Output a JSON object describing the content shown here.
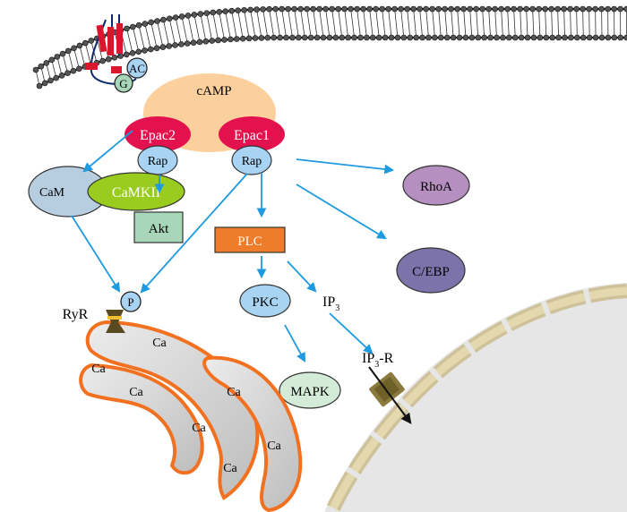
{
  "labels": {
    "ac": "AC",
    "g": "G",
    "camp": "cAMP",
    "epac2": "Epac2",
    "epac1": "Epac1",
    "rap": "Rap",
    "cam": "CaM",
    "camkii": "CaMKII",
    "akt": "Akt",
    "rhoa": "RhoA",
    "cebp": "C/EBP",
    "plc": "PLC",
    "pkc": "PKC",
    "ip3_base": "IP",
    "ip3_sub": "3",
    "mapk": "MAPK",
    "ryr": "RyR",
    "p": "P",
    "ip3r_base": "IP",
    "ip3r_sub": "3",
    "ip3r_suffix": "-R",
    "ca": "Ca"
  },
  "colors": {
    "membrane": "#1a1a1a",
    "camp": "#fbd09c",
    "epac": "#e3124e",
    "rap": "#a9d3f2",
    "cam": "#b7cde0",
    "camkii": "#9acc1f",
    "akt": "#a8d6b8",
    "plc": "#ef7c2a",
    "pkc": "#a9d3f2",
    "mapk": "#d4ebd7",
    "rhoa": "#b58fbf",
    "cebp": "#7d73ab",
    "er_fill": "#d2d2d2",
    "er_stroke": "#f27121",
    "nucleus": "#e6e6e6",
    "nuclear_envelope": "#d9cc9c",
    "ip3_receptor": "#8b7a3e",
    "arrow": "#1d9ae0"
  },
  "icons": [
    "receptor-icon",
    "ryr-channel-icon",
    "ip3-receptor-channel-icon"
  ]
}
